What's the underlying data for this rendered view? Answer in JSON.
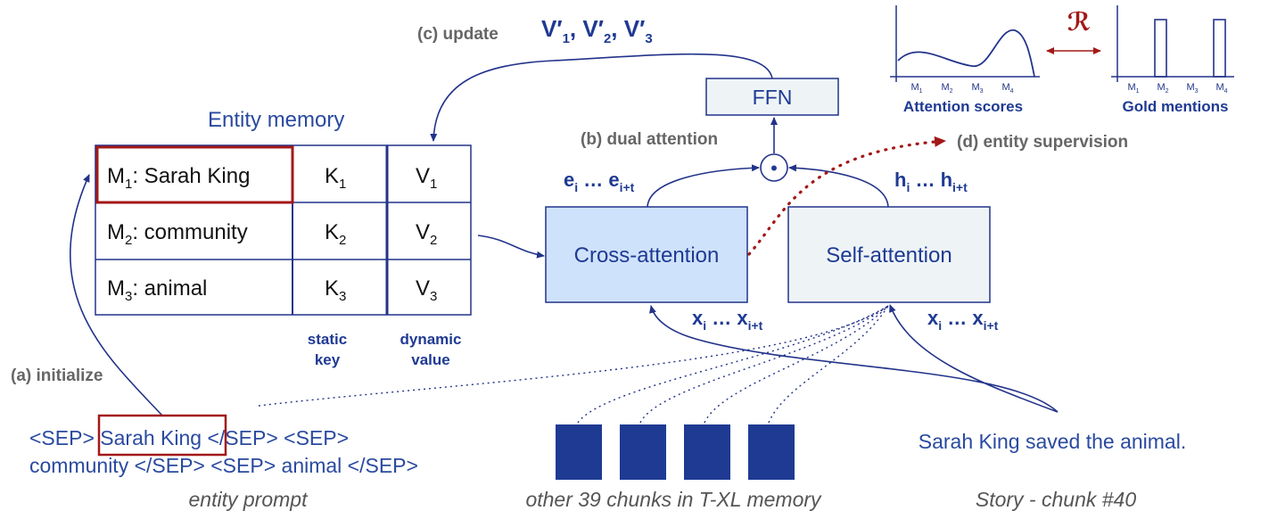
{
  "labels": {
    "update": "(c) update",
    "updated_values": [
      "V′",
      "1",
      ", V′",
      "2",
      ", V′",
      "3"
    ],
    "ffn": "FFN",
    "entity_memory": "Entity memory",
    "dual_attention": "(b) dual attention",
    "entity_supervision": "(d) entity supervision",
    "initialize": "(a) initialize",
    "cross_attention": "Cross-attention",
    "self_attention": "Self-attention",
    "static_key": [
      "static",
      "key"
    ],
    "dynamic_value": [
      "dynamic",
      "value"
    ],
    "dot_symbol": "•"
  },
  "vectors": {
    "e_main": "e",
    "e_sub1": "i",
    "e_mid": " … e",
    "e_sub2": "i+t",
    "h_main": "h",
    "h_sub1": "i",
    "h_mid": " … h",
    "h_sub2": "i+t",
    "x_main": "x",
    "x_sub1": "i",
    "x_mid": " … x",
    "x_sub2": "i+t"
  },
  "memory_table": {
    "rows": [
      {
        "m": "M",
        "m_sub": "1",
        "name": ": Sarah King",
        "k": "K",
        "k_sub": "1",
        "v": "V",
        "v_sub": "1"
      },
      {
        "m": "M",
        "m_sub": "2",
        "name": ": community",
        "k": "K",
        "k_sub": "2",
        "v": "V",
        "v_sub": "2"
      },
      {
        "m": "M",
        "m_sub": "3",
        "name": ": animal",
        "k": "K",
        "k_sub": "3",
        "v": "V",
        "v_sub": "3"
      }
    ]
  },
  "prompt": {
    "line1_pre": "<SEP> ",
    "line1_entity": "Sarah King",
    "line1_post": " </SEP>  <SEP>",
    "line2": "community </SEP> <SEP> animal </SEP>",
    "caption": "entity prompt"
  },
  "chunks": {
    "count": 4,
    "caption": "other 39 chunks in T-XL memory"
  },
  "story": {
    "text": "Sarah King saved the animal.",
    "caption": "Story - chunk #40"
  },
  "inset": {
    "relation_symbol": "ℛ",
    "attention_title": "Attention scores",
    "gold_title": "Gold mentions",
    "tick_labels": [
      {
        "m": "M",
        "s": "1"
      },
      {
        "m": "M",
        "s": "2"
      },
      {
        "m": "M",
        "s": "3"
      },
      {
        "m": "M",
        "s": "4"
      }
    ]
  },
  "colors": {
    "navy": "#1f3a93",
    "box_blue": "#cfe2fb",
    "box_light": "#eef4f6",
    "highlight_red": "#a31818",
    "grey_text": "#666666"
  }
}
